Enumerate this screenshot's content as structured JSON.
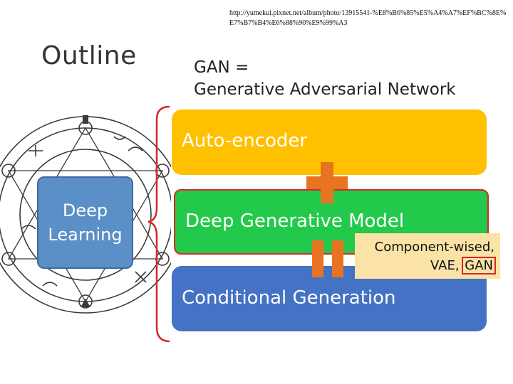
{
  "source_url": "http://yumekui.pixnet.net/album/photo/13915541-%E8%B6%85%E5%A4%A7%EF%BC%8E%E7%B7%B4%E6%88%90%E9%99%A3",
  "title": "Outline",
  "gan_definition": {
    "line1": "GAN =",
    "line2": "Generative Adversarial Network"
  },
  "deep_learning": {
    "line1": "Deep",
    "line2": "Learning"
  },
  "stack": {
    "autoencoder": "Auto-encoder",
    "deep_generative_model": "Deep Generative Model",
    "conditional_generation": "Conditional Generation"
  },
  "note": {
    "line1": "Component-wised,",
    "line2_prefix": "VAE, ",
    "line2_highlight": "GAN"
  },
  "colors": {
    "autoencoder_bar": "#ffc000",
    "deep_generative_bar": "#23c94b",
    "conditional_bar": "#4472c4",
    "deep_learning_box": "#5b8fc8",
    "accent_orange": "#e87422",
    "highlight_red": "#d62828",
    "note_bg": "#fbe2a6"
  },
  "icons": [
    "transmutation-circle-icon",
    "plus-icon",
    "equals-icon",
    "bracket-icon"
  ]
}
